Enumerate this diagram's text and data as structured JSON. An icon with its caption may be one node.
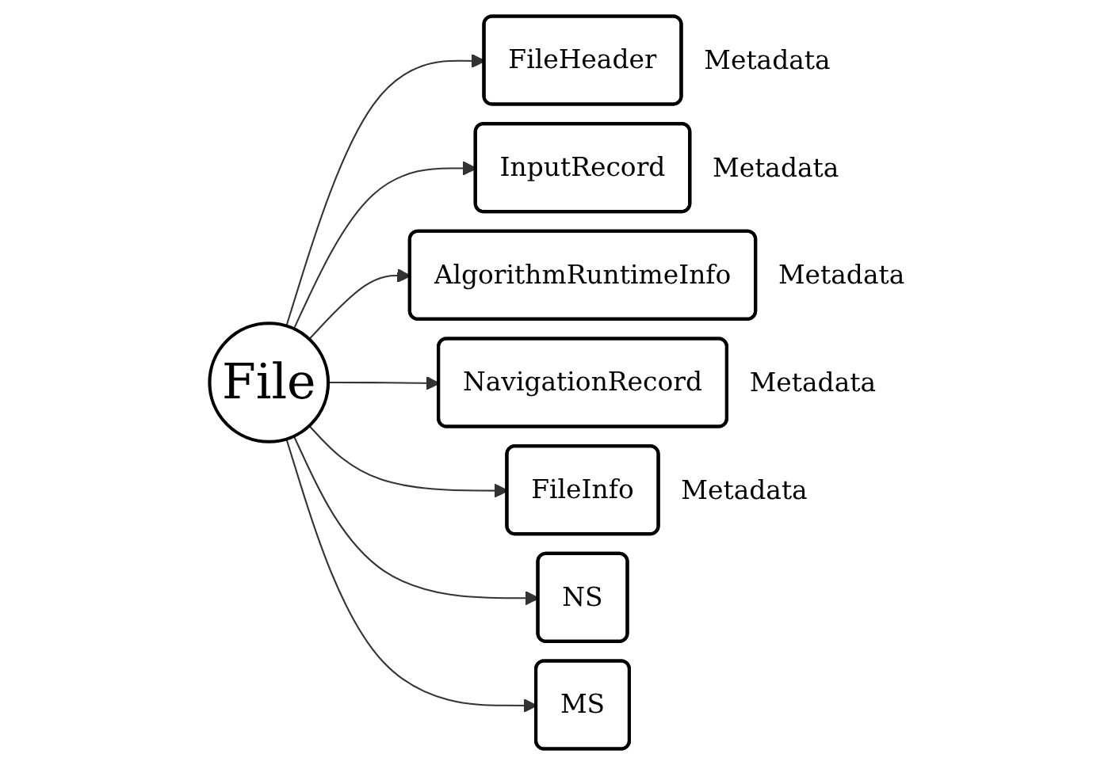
{
  "diagram": {
    "nodes": [
      {
        "text": [
          "File"
        ]
      },
      {
        "text": [
          "FileHeader"
        ],
        "beside": [
          "Metadata"
        ]
      },
      {
        "text": [
          "InputRecord"
        ],
        "beside": [
          "Metadata"
        ]
      },
      {
        "text": [
          "AlgorithmRuntimeInfo"
        ],
        "beside": [
          "Metadata"
        ]
      },
      {
        "text": [
          "NavigationRecord"
        ],
        "beside": [
          "Metadata"
        ]
      },
      {
        "text": [
          "FileInfo"
        ],
        "beside": [
          "Metadata"
        ]
      },
      {
        "text": [
          "NS"
        ]
      },
      {
        "text": [
          "MS"
        ]
      }
    ],
    "edges": [
      {
        "from": 0,
        "to": 1,
        "arrow": "to"
      },
      {
        "from": 0,
        "to": 2,
        "arrow": "to"
      },
      {
        "from": 0,
        "to": 3,
        "arrow": "to"
      },
      {
        "from": 0,
        "to": 4,
        "arrow": "to"
      },
      {
        "from": 0,
        "to": 5,
        "arrow": "to"
      },
      {
        "from": 0,
        "to": 6,
        "arrow": "to"
      },
      {
        "from": 0,
        "to": 7,
        "arrow": "to"
      }
    ]
  }
}
